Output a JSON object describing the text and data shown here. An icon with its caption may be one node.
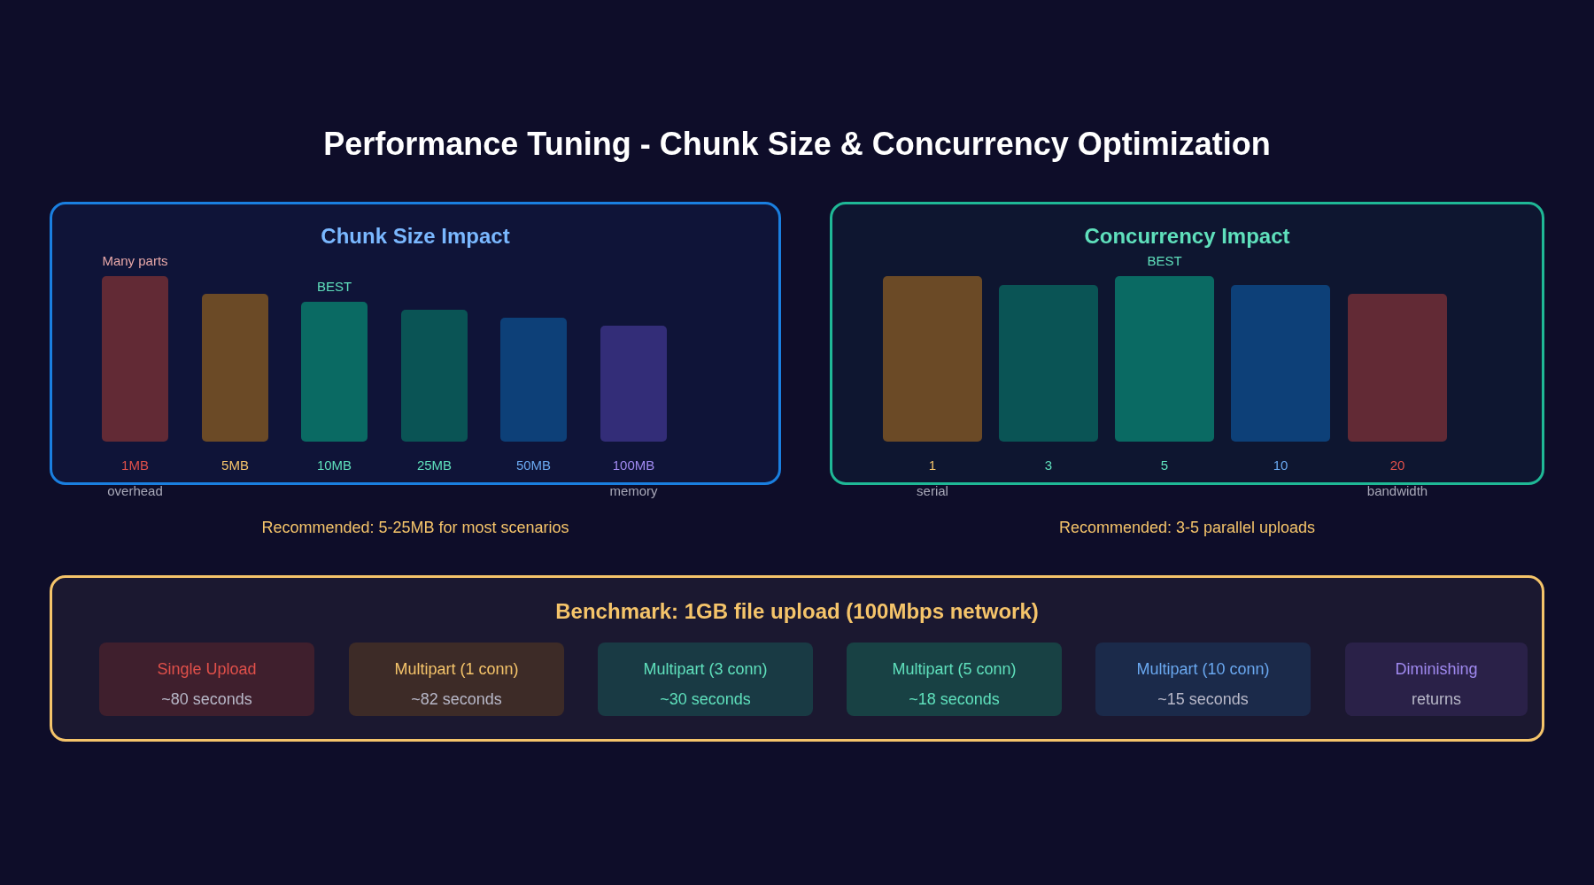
{
  "diagram": {
    "title": "Performance Tuning - Chunk Size & Concurrency Optimization",
    "nodes": [
      {
        "text": [
          "Chunk Size Impact"
        ]
      },
      {
        "text": [],
        "shape": "bar",
        "in": 0,
        "beside": [
          "Many parts",
          "1MB",
          "overhead"
        ]
      },
      {
        "text": [],
        "shape": "bar",
        "in": 0,
        "beside": [
          "5MB"
        ]
      },
      {
        "text": [],
        "shape": "bar",
        "in": 0,
        "beside": [
          "BEST",
          "10MB"
        ]
      },
      {
        "text": [],
        "shape": "bar",
        "in": 0,
        "beside": [
          "25MB"
        ]
      },
      {
        "text": [],
        "shape": "bar",
        "in": 0,
        "beside": [
          "50MB"
        ]
      },
      {
        "text": [],
        "shape": "bar",
        "in": 0,
        "beside": [
          "100MB",
          "memory"
        ]
      },
      {
        "text": [
          "Concurrency Impact"
        ]
      },
      {
        "text": [],
        "shape": "bar",
        "in": 7,
        "beside": [
          "1",
          "serial"
        ]
      },
      {
        "text": [],
        "shape": "bar",
        "in": 7,
        "beside": [
          "3"
        ]
      },
      {
        "text": [],
        "shape": "bar",
        "in": 7,
        "beside": [
          "BEST",
          "5"
        ]
      },
      {
        "text": [],
        "shape": "bar",
        "in": 7,
        "beside": [
          "10"
        ]
      },
      {
        "text": [],
        "shape": "bar",
        "in": 7,
        "beside": [
          "20",
          "bandwidth"
        ]
      },
      {
        "text": [
          "Benchmark: 1GB file upload (100Mbps network)"
        ]
      },
      {
        "text": [
          "Single Upload",
          "~80 seconds"
        ],
        "in": 13
      },
      {
        "text": [
          "Multipart (1 conn)",
          "~82 seconds"
        ],
        "in": 13
      },
      {
        "text": [
          "Multipart (3 conn)",
          "~30 seconds"
        ],
        "in": 13
      },
      {
        "text": [
          "Multipart (5 conn)",
          "~18 seconds"
        ],
        "in": 13
      },
      {
        "text": [
          "Multipart (10 conn)",
          "~15 seconds"
        ],
        "in": 13
      },
      {
        "text": [
          "Diminishing",
          "returns"
        ],
        "in": 13
      }
    ],
    "edges": [],
    "labels": [
      "Recommended: 5-25MB for most scenarios",
      "Recommended: 3-5 parallel uploads"
    ]
  }
}
